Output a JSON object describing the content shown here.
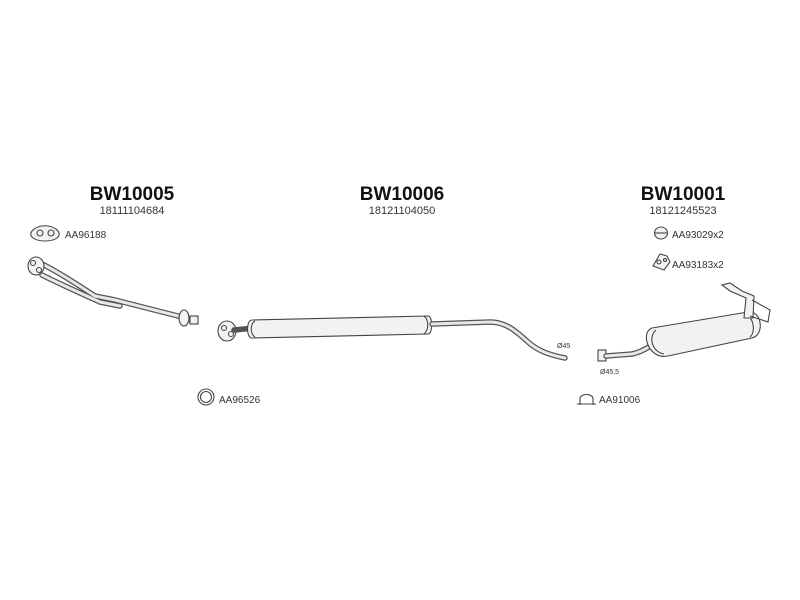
{
  "parts": [
    {
      "code": "BW10005",
      "oe": "18111104684"
    },
    {
      "code": "BW10006",
      "oe": "18121104050"
    },
    {
      "code": "BW10001",
      "oe": "18121245523"
    }
  ],
  "accessories": {
    "gasket_front": "AA96188",
    "ring_gasket": "AA96526",
    "bracket": "AA93029",
    "bracket_qty": "x2",
    "clamp": "AA93183",
    "clamp_qty": "x2",
    "u_clamp": "AA91006"
  },
  "dimensions": {
    "middle_pipe": "Ø45",
    "rear_pipe": "Ø45,5"
  }
}
